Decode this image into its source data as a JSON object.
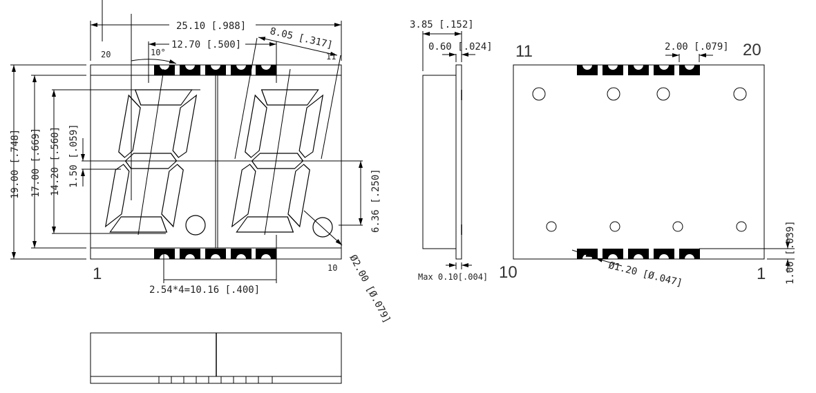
{
  "front_view": {
    "pin_labels": {
      "top_left": "20",
      "top_right": "11",
      "bottom_left": "1",
      "bottom_right": "10"
    },
    "dimensions": {
      "overall_width": "25.10 [.988]",
      "pad_span": "12.70 [.500]",
      "digit_pitch": "8.05 [.317]",
      "slant_angle": "10°",
      "overall_height": "19.00 [.748]",
      "body_height": "17.00 [.669]",
      "digit_height": "14.20 [.560]",
      "segment_width": "1.50 [.059]",
      "dp_offset": "6.36 [.250]",
      "pin_pitch": "2.54*4=10.16 [.400]",
      "dp_diameter": "Ø2.00 [Ø.079]"
    }
  },
  "side_view": {
    "dimensions": {
      "thickness": "3.85 [.152]",
      "pcb_thickness": "0.60 [.024]",
      "max_gap": "Max 0.10[.004]"
    }
  },
  "back_view": {
    "pin_labels": {
      "top_left": "11",
      "top_right": "20",
      "bottom_left": "10",
      "bottom_right": "1"
    },
    "dimensions": {
      "pad_width": "2.00 [.079]",
      "pad_height": "1.00 [.039]",
      "hole_diameter": "Ø1.20 [Ø.047]"
    }
  }
}
